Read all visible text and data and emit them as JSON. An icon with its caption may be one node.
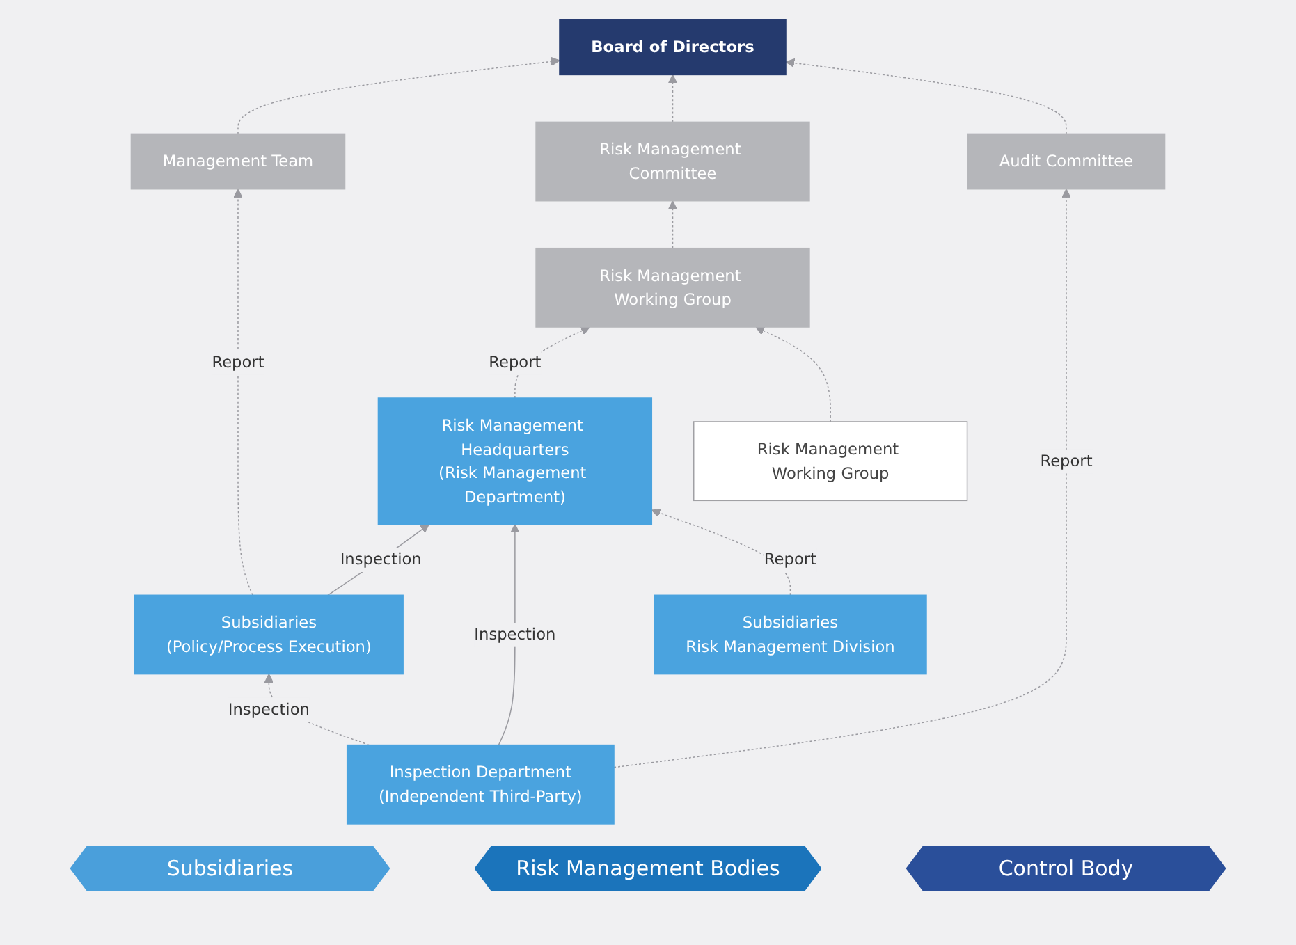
{
  "diagram": {
    "nodes": [
      {
        "text": [
          "Board of Directors"
        ]
      },
      {
        "text": [
          "Management Team"
        ]
      },
      {
        "text": [
          "Risk Management Committee"
        ]
      },
      {
        "text": [
          "Audit Committee"
        ]
      },
      {
        "text": [
          "Risk Management Working Group"
        ]
      },
      {
        "text": [
          "Risk Management Working Group"
        ]
      },
      {
        "text": [
          "Subsidiaries",
          "(Policy/Process Execution)"
        ]
      },
      {
        "text": [
          "Risk Management Headquarters",
          "(Risk Management Department)"
        ]
      },
      {
        "text": [
          "Inspection Department",
          "(Independent Third-Party)"
        ]
      },
      {
        "text": [
          "Subsidiaries",
          "Risk Management Division"
        ]
      }
    ],
    "edges": [
      {
        "from": 1,
        "to": 0,
        "arrow": "to",
        "style": "dashed"
      },
      {
        "from": 2,
        "to": 0,
        "arrow": "to",
        "style": "dashed"
      },
      {
        "from": 3,
        "to": 0,
        "arrow": "to",
        "style": "dashed"
      },
      {
        "from": 4,
        "to": 2,
        "arrow": "to",
        "style": "dashed"
      },
      {
        "from": 7,
        "to": 4,
        "label": "Report",
        "arrow": "to",
        "style": "dashed"
      },
      {
        "from": 5,
        "to": 4,
        "arrow": "to",
        "style": "dashed"
      },
      {
        "from": 6,
        "to": 1,
        "label": "Report",
        "arrow": "to",
        "style": "dashed"
      },
      {
        "from": 8,
        "to": 3,
        "label": "Report",
        "arrow": "to",
        "style": "dashed"
      },
      {
        "from": 6,
        "to": 7,
        "label": "Inspection",
        "arrow": "to"
      },
      {
        "from": 8,
        "to": 7,
        "label": "Inspection",
        "arrow": "to"
      },
      {
        "from": 8,
        "to": 6,
        "label": "Inspection",
        "arrow": "to",
        "style": "dashed"
      },
      {
        "from": 9,
        "to": 7,
        "label": "Report",
        "arrow": "to",
        "style": "dashed"
      }
    ],
    "legend": [
      {
        "text": "Subsidiaries",
        "color": "#4a9fdb"
      },
      {
        "text": "Risk Management Bodies",
        "color": "#1b74bb"
      },
      {
        "text": "Control Body",
        "color": "#2a4f9a"
      }
    ]
  }
}
